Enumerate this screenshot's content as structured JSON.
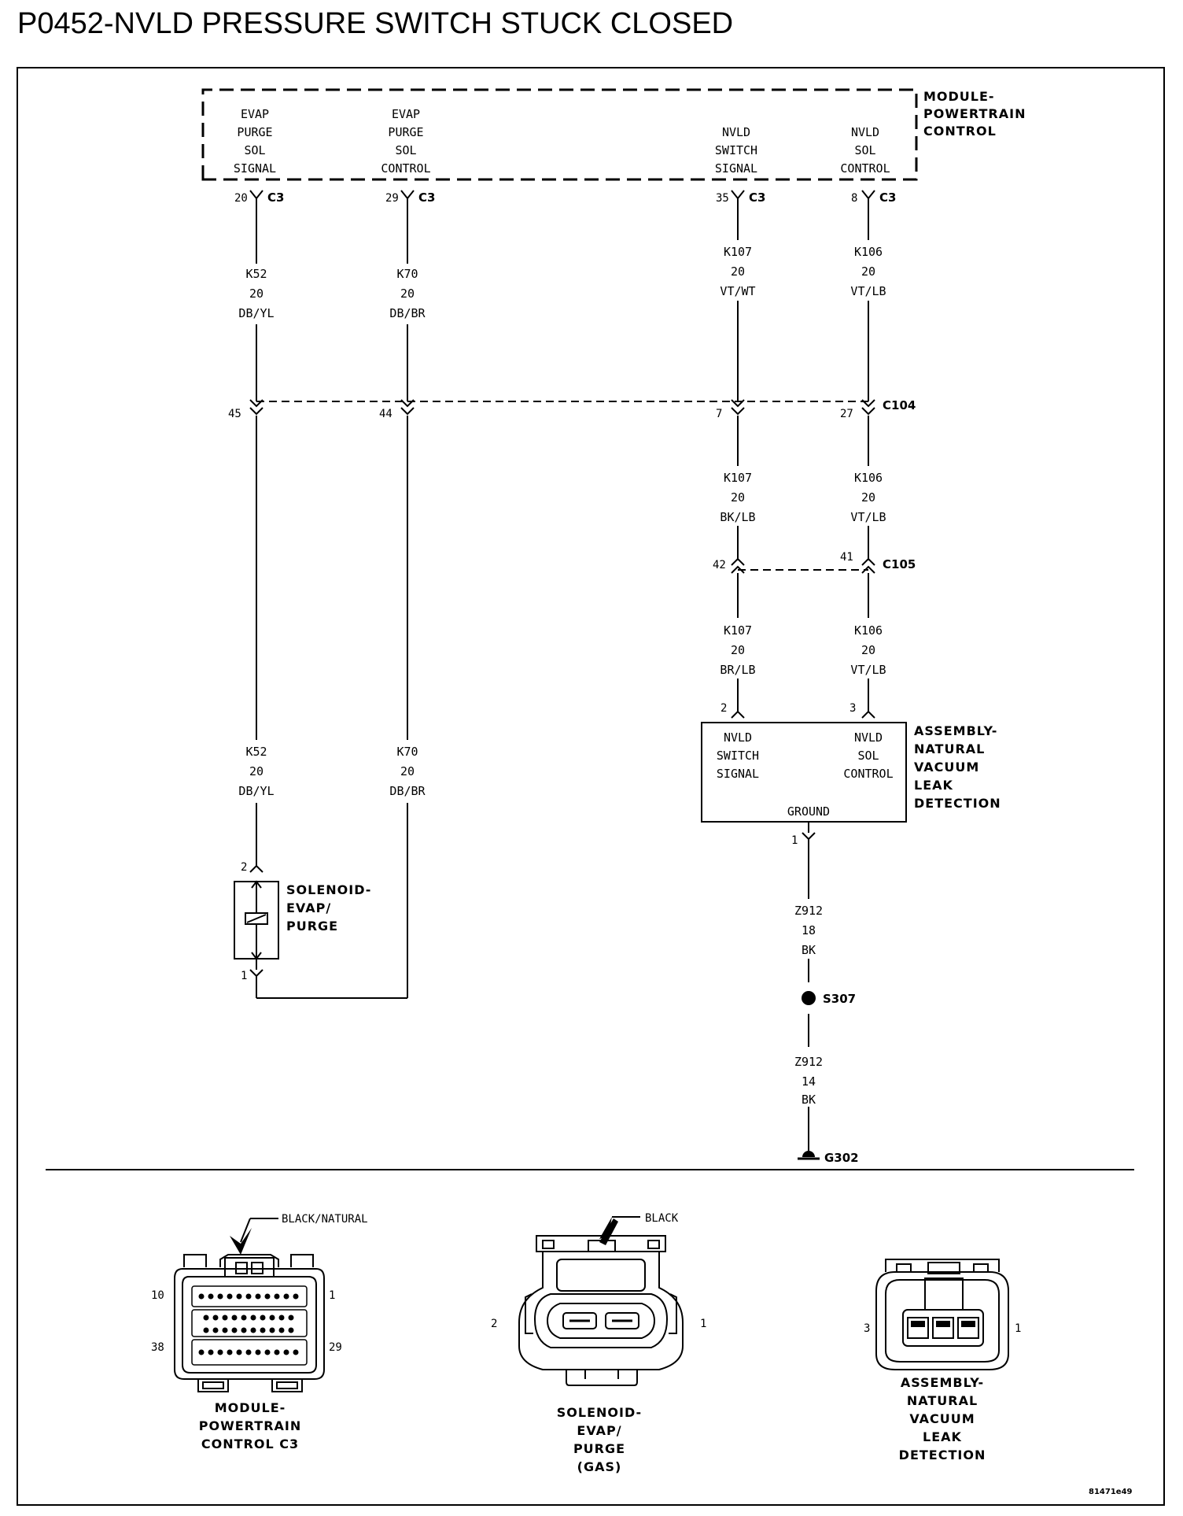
{
  "title": "P0452-NVLD PRESSURE SWITCH STUCK CLOSED",
  "pcm": {
    "name": [
      "MODULE-",
      "POWERTRAIN",
      "CONTROL"
    ],
    "pins": [
      [
        "EVAP",
        "PURGE",
        "SOL",
        "SIGNAL"
      ],
      [
        "EVAP",
        "PURGE",
        "SOL",
        "CONTROL"
      ],
      [
        "NVLD",
        "SWITCH",
        "SIGNAL"
      ],
      [
        "NVLD",
        "SOL",
        "CONTROL"
      ]
    ],
    "cavities": [
      "20",
      "29",
      "35",
      "8"
    ],
    "connector": "C3"
  },
  "wires": {
    "k52_upper": [
      "K52",
      "20",
      "DB/YL"
    ],
    "k70_upper": [
      "K70",
      "20",
      "DB/BR"
    ],
    "k107_upper": [
      "K107",
      "20",
      "VT/WT"
    ],
    "k106_upper": [
      "K106",
      "20",
      "VT/LB"
    ],
    "k107_mid": [
      "K107",
      "20",
      "BK/LB"
    ],
    "k106_mid": [
      "K106",
      "20",
      "VT/LB"
    ],
    "k107_lower": [
      "K107",
      "20",
      "BR/LB"
    ],
    "k106_lower": [
      "K106",
      "20",
      "VT/LB"
    ],
    "k52_lower": [
      "K52",
      "20",
      "DB/YL"
    ],
    "k70_lower": [
      "K70",
      "20",
      "DB/BR"
    ],
    "z912_upper": [
      "Z912",
      "18",
      "BK"
    ],
    "z912_lower": [
      "Z912",
      "14",
      "BK"
    ]
  },
  "c104": {
    "name": "C104",
    "pins": [
      "45",
      "44",
      "7",
      "27"
    ]
  },
  "c105": {
    "name": "C105",
    "pins": [
      "42",
      "41"
    ]
  },
  "nvld": {
    "name": [
      "ASSEMBLY-",
      "NATURAL",
      "VACUUM",
      "LEAK",
      "DETECTION"
    ],
    "pin_left": [
      "NVLD",
      "SWITCH",
      "SIGNAL"
    ],
    "pin_right": [
      "NVLD",
      "SOL",
      "CONTROL"
    ],
    "ground": "GROUND",
    "pins": [
      "2",
      "3",
      "1"
    ]
  },
  "solenoid": {
    "name": [
      "SOLENOID-",
      "EVAP/",
      "PURGE"
    ],
    "pins": [
      "2",
      "1"
    ]
  },
  "splice": "S307",
  "ground": "G302",
  "connectors": {
    "pcm_c3": {
      "color": "BLACK/NATURAL",
      "pins": [
        "10",
        "1",
        "38",
        "29"
      ],
      "name": [
        "MODULE-",
        "POWERTRAIN",
        "CONTROL C3"
      ]
    },
    "solenoid": {
      "color": "BLACK",
      "pins": [
        "2",
        "1"
      ],
      "name": [
        "SOLENOID-",
        "EVAP/",
        "PURGE",
        "(GAS)"
      ]
    },
    "nvld": {
      "pins": [
        "3",
        "1"
      ],
      "name": [
        "ASSEMBLY-",
        "NATURAL",
        "VACUUM",
        "LEAK",
        "DETECTION"
      ]
    }
  },
  "figure_id": "81471e49"
}
